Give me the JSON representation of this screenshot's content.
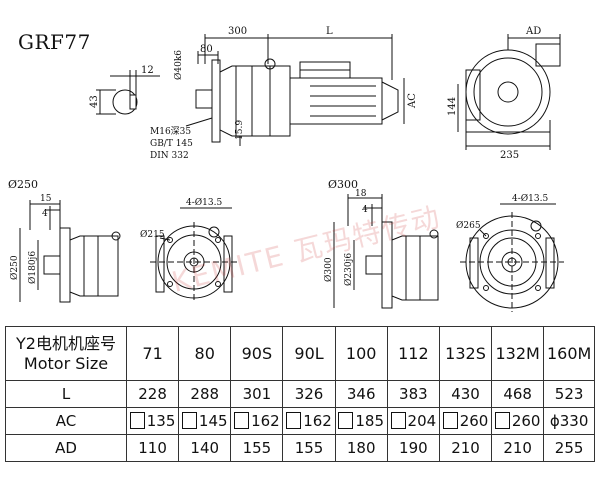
{
  "title": "GRF77",
  "watermark": "KEMITE 瓦玛特传动",
  "colors": {
    "line": "#111111",
    "watermark": "#c82828"
  },
  "side_view": {
    "dim_300": "300",
    "dim_L": "L",
    "dim_80": "80",
    "dim_shaft": "Ø40k6",
    "dim_AC": "AC",
    "dim_15_9": "15.9",
    "note_1": "M16深35",
    "note_2": "GB/T 145",
    "note_3": "DIN 332"
  },
  "key_detail": {
    "dim_12": "12",
    "dim_43": "43"
  },
  "end_view": {
    "dim_AD": "AD",
    "dim_144": "144",
    "dim_235": "235"
  },
  "flange_250": {
    "label": "Ø250",
    "dim_15": "15",
    "dim_4": "4",
    "dim_outer": "Ø250",
    "dim_spigot": "Ø180j6",
    "dim_pcd": "Ø215",
    "dim_holes": "4-Ø13.5"
  },
  "flange_300": {
    "label": "Ø300",
    "dim_18": "18",
    "dim_4": "4",
    "dim_outer": "Ø300",
    "dim_spigot": "Ø230j6",
    "dim_pcd": "Ø265",
    "dim_holes": "4-Ø13.5"
  },
  "table": {
    "header_line1": "Y2电机机座号",
    "header_line2": "Motor Size",
    "sizes": [
      "71",
      "80",
      "90S",
      "90L",
      "100",
      "112",
      "132S",
      "132M",
      "160M"
    ],
    "rows": [
      {
        "label": "L",
        "values": [
          "228",
          "288",
          "301",
          "326",
          "346",
          "383",
          "430",
          "468",
          "523"
        ],
        "prefix": [
          "",
          "",
          "",
          "",
          "",
          "",
          "",
          "",
          ""
        ]
      },
      {
        "label": "AC",
        "values": [
          "135",
          "145",
          "162",
          "162",
          "185",
          "204",
          "260",
          "260",
          "ϕ330"
        ],
        "prefix": [
          "box",
          "box",
          "box",
          "box",
          "box",
          "box",
          "box",
          "box",
          ""
        ]
      },
      {
        "label": "AD",
        "values": [
          "110",
          "140",
          "155",
          "155",
          "180",
          "190",
          "210",
          "210",
          "255"
        ],
        "prefix": [
          "",
          "",
          "",
          "",
          "",
          "",
          "",
          "",
          ""
        ]
      }
    ]
  }
}
